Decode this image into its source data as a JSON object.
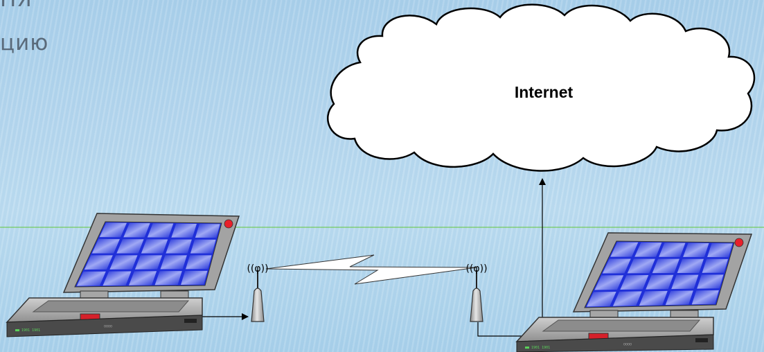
{
  "text_lines": [
    "НЯ",
    "цию"
  ],
  "cloud": {
    "label": "Internet",
    "fill": "#ffffff",
    "stroke": "#000000"
  },
  "laptop": {
    "screen_tile_color": "#1f2fd8",
    "tile_highlight": "#9fa8f4",
    "power_led": "#e8202a",
    "body_color": "#b8b8b8",
    "body_dark": "#9a9a9a",
    "front_panel": "#4a4a4a"
  },
  "antenna": {
    "glyph": "((φ))",
    "body_color": "#b0b0b0"
  },
  "guide_line_color": "#62c73c",
  "arrow_color": "#000000"
}
